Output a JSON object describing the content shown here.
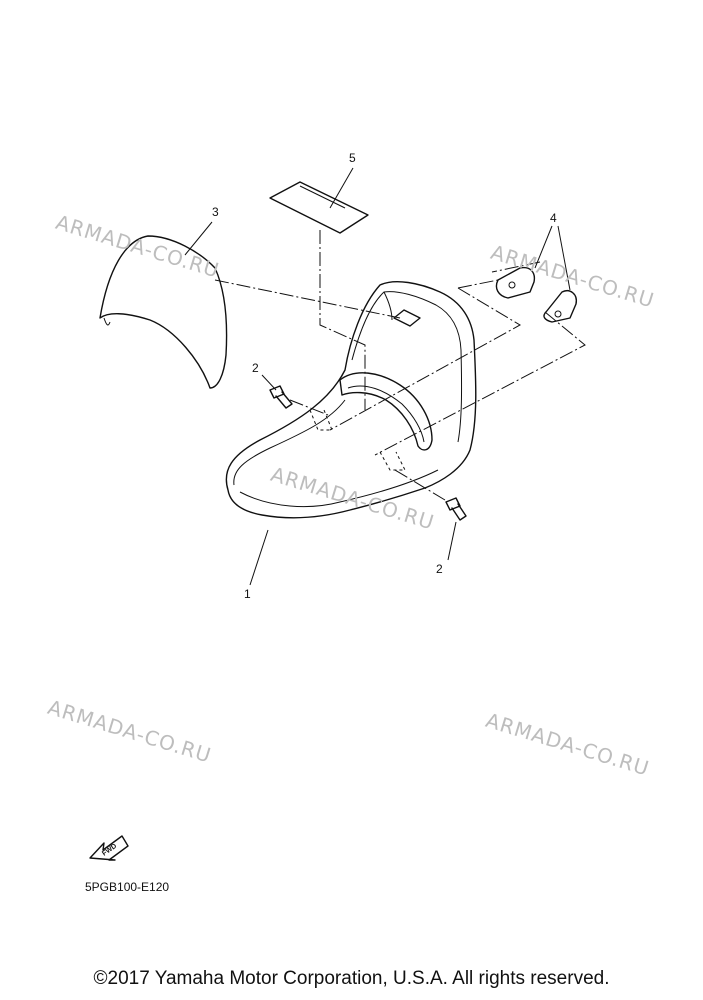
{
  "watermark": "ARMADA-CO.RU",
  "callouts": {
    "c1": "1",
    "c2a": "2",
    "c2b": "2",
    "c3": "3",
    "c4": "4",
    "c5": "5"
  },
  "fwd_label": "FWD",
  "diagram_code": "5PGB100-E120",
  "copyright": "©2017 Yamaha Motor Corporation, U.S.A. All rights reserved."
}
